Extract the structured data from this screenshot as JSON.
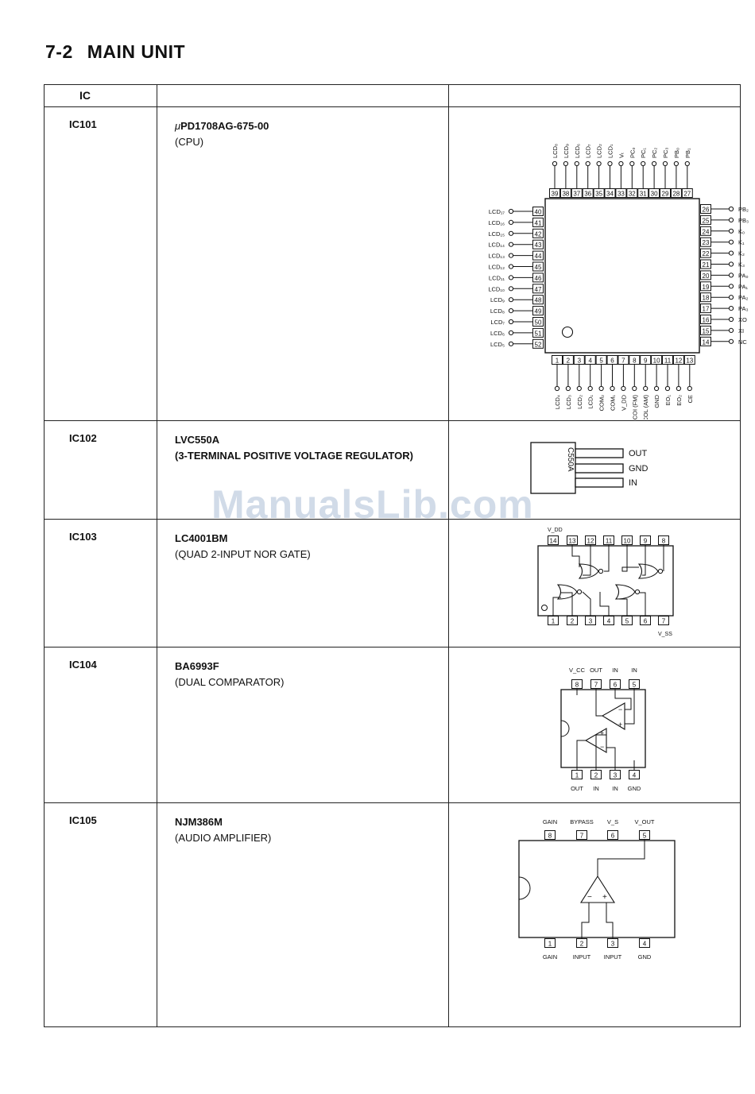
{
  "section": {
    "number": "7-2",
    "title": "MAIN UNIT"
  },
  "table": {
    "header_ic": "IC",
    "header_part": "",
    "header_diagram": ""
  },
  "ics": [
    {
      "id": "IC101",
      "part": "PD1708AG-675-00",
      "part_prefix": "μ",
      "desc": "(CPU)"
    },
    {
      "id": "IC102",
      "part": "LVC550A",
      "desc": "(3-TERMINAL POSITIVE VOLTAGE REGULATOR)"
    },
    {
      "id": "IC103",
      "part": "LC4001BM",
      "desc": "(QUAD 2-INPUT NOR GATE)"
    },
    {
      "id": "IC104",
      "part": "BA6993F",
      "desc": "(DUAL COMPARATOR)"
    },
    {
      "id": "IC105",
      "part": "NJM386M",
      "desc": "(AUDIO AMPLIFIER)"
    }
  ],
  "ic101": {
    "top_pins": [
      "39",
      "38",
      "37",
      "36",
      "35",
      "34",
      "33",
      "32",
      "31",
      "30",
      "29",
      "28",
      "27"
    ],
    "top_labels": [
      "LCD₈",
      "LCD₉",
      "LCD₆",
      "LCD₇",
      "LCD₂",
      "LCD₁",
      "Vₜ",
      "PC₀",
      "PC₁",
      "PC₂",
      "PC₃",
      "PB₀",
      "PB₁"
    ],
    "left_pins": [
      "40",
      "41",
      "42",
      "43",
      "44",
      "45",
      "46",
      "47",
      "48",
      "49",
      "50",
      "51",
      "52"
    ],
    "left_labels": [
      "LCD₁₇",
      "LCD₁₆",
      "LCD₁₅",
      "LCD₁₄",
      "LCD₁₃",
      "LCD₁₂",
      "LCD₁₁",
      "LCD₁₀",
      "LCD₉",
      "LCD₈",
      "LCD₇",
      "LCD₆",
      "LCD₅"
    ],
    "right_pins": [
      "26",
      "25",
      "24",
      "23",
      "22",
      "21",
      "20",
      "19",
      "18",
      "17",
      "16",
      "15",
      "14"
    ],
    "right_labels": [
      "PB₂",
      "PB₃",
      "K₀",
      "K₁",
      "K₂",
      "K₃",
      "PA₀",
      "PA₁",
      "PA₂",
      "PA₃",
      "XO",
      "XI",
      "NC"
    ],
    "bottom_pins": [
      "1",
      "2",
      "3",
      "4",
      "5",
      "6",
      "7",
      "8",
      "9",
      "10",
      "11",
      "12",
      "13"
    ],
    "bottom_labels": [
      "LCD₄",
      "LCD₃",
      "LCD₂",
      "LCD₁",
      "COM₂",
      "COM₁",
      "V_DD",
      "VCOI (FM)",
      "VCOL (AM)",
      "GND",
      "EO₁",
      "EO₂",
      "CE"
    ]
  },
  "ic102": {
    "body_text": "C550A",
    "pins": [
      "OUT",
      "GND",
      "IN"
    ]
  },
  "ic103": {
    "top_pins": [
      "14",
      "13",
      "12",
      "11",
      "10",
      "9",
      "8"
    ],
    "bottom_pins": [
      "1",
      "2",
      "3",
      "4",
      "5",
      "6",
      "7"
    ],
    "vdd": "V_DD",
    "vss": "V_SS"
  },
  "ic104": {
    "top_pins": [
      "8",
      "7",
      "6",
      "5"
    ],
    "top_labels": [
      "V_CC",
      "OUT",
      "IN",
      "IN"
    ],
    "bottom_pins": [
      "1",
      "2",
      "3",
      "4"
    ],
    "bottom_labels": [
      "OUT",
      "IN",
      "IN",
      "GND"
    ]
  },
  "ic105": {
    "top_pins": [
      "8",
      "7",
      "6",
      "5"
    ],
    "top_labels": [
      "GAIN",
      "BYPASS",
      "V_S",
      "V_OUT"
    ],
    "bottom_pins": [
      "1",
      "2",
      "3",
      "4"
    ],
    "bottom_labels": [
      "GAIN",
      "INPUT",
      "INPUT",
      "GND"
    ]
  },
  "watermark": "ManualsLib.com"
}
